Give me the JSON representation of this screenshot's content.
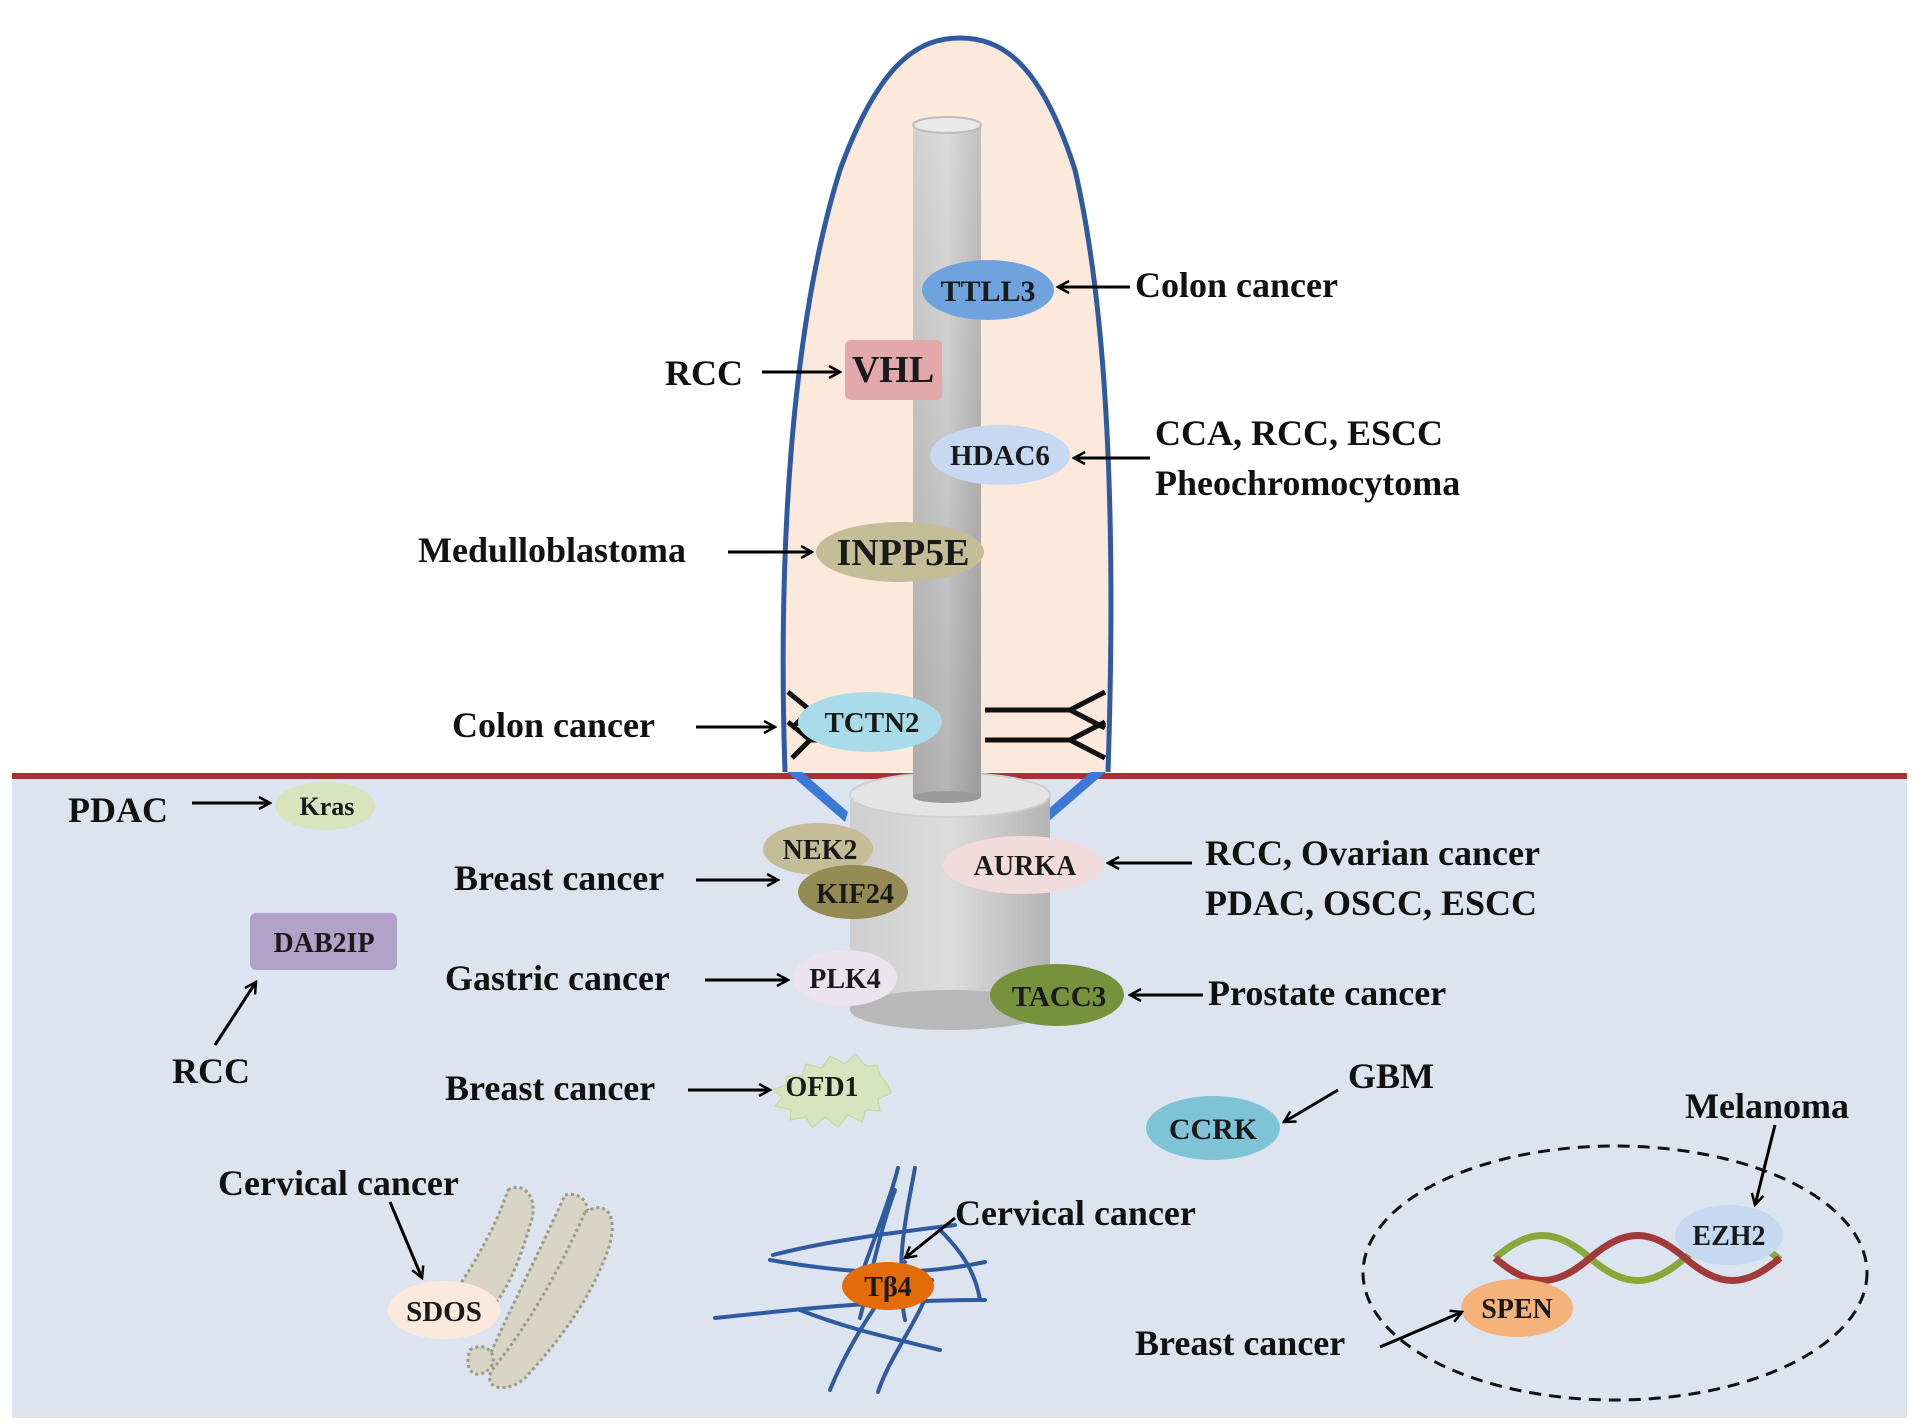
{
  "colors": {
    "cytoplasm": "#dce4f0",
    "membrane": "#a83232",
    "cilium_fill": "#fde8dc",
    "cilium_outline": "#2f5aa0",
    "transition_fibers": "#3b78d8"
  },
  "genes": {
    "ttll3": {
      "label": "TTLL3",
      "color": "#6fa3de",
      "icon": "ellipse"
    },
    "vhl": {
      "label": "VHL",
      "color": "#e3a8aa",
      "icon": "rounded-rect"
    },
    "hdac6": {
      "label": "HDAC6",
      "color": "#c6d9f1",
      "icon": "ellipse"
    },
    "inpp5e": {
      "label": "INPP5E",
      "color": "#c4bd97",
      "icon": "ellipse"
    },
    "tctn2": {
      "label": "TCTN2",
      "color": "#a9dce8",
      "icon": "ellipse"
    },
    "kras": {
      "label": "Kras",
      "color": "#d7e4bd",
      "icon": "ellipse"
    },
    "nek2": {
      "label": "NEK2",
      "color": "#c4bd97",
      "icon": "ellipse"
    },
    "kif24": {
      "label": "KIF24",
      "color": "#948a54",
      "icon": "ellipse"
    },
    "aurka": {
      "label": "AURKA",
      "color": "#f2dcdb",
      "icon": "ellipse"
    },
    "dab2ip": {
      "label": "DAB2IP",
      "color": "#b3a2c7",
      "icon": "rounded-rect"
    },
    "plk4": {
      "label": "PLK4",
      "color": "#ebe3ee",
      "icon": "ellipse"
    },
    "tacc3": {
      "label": "TACC3",
      "color": "#76923c",
      "icon": "ellipse"
    },
    "ofd1": {
      "label": "OFD1",
      "color": "#d7e4bd",
      "icon": "starburst"
    },
    "ccrk": {
      "label": "CCRK",
      "color": "#7fc4d6",
      "icon": "ellipse"
    },
    "ezh2": {
      "label": "EZH2",
      "color": "#c6d9f1",
      "icon": "ellipse"
    },
    "spen": {
      "label": "SPEN",
      "color": "#f5b27a",
      "icon": "ellipse"
    },
    "sdos": {
      "label": "SDOS",
      "color": "#fbe9dc",
      "icon": "ellipse"
    },
    "tb4": {
      "label": "Tβ4",
      "color": "#e36c09",
      "icon": "ellipse"
    }
  },
  "cancers": {
    "ttll3": "Colon cancer",
    "vhl": "RCC",
    "hdac6_line1": "CCA, RCC, ESCC",
    "hdac6_line2": "Pheochromocytoma",
    "inpp5e": "Medulloblastoma",
    "tctn2": "Colon cancer",
    "kras": "PDAC",
    "nek2_kif24": "Breast cancer",
    "aurka_line1": "RCC, Ovarian cancer",
    "aurka_line2": "PDAC, OSCC, ESCC",
    "dab2ip": "RCC",
    "plk4": "Gastric cancer",
    "tacc3": "Prostate cancer",
    "ofd1": "Breast cancer",
    "ccrk": "GBM",
    "ezh2": "Melanoma",
    "spen": "Breast cancer",
    "sdos": "Cervical cancer",
    "tb4": "Cervical cancer"
  }
}
